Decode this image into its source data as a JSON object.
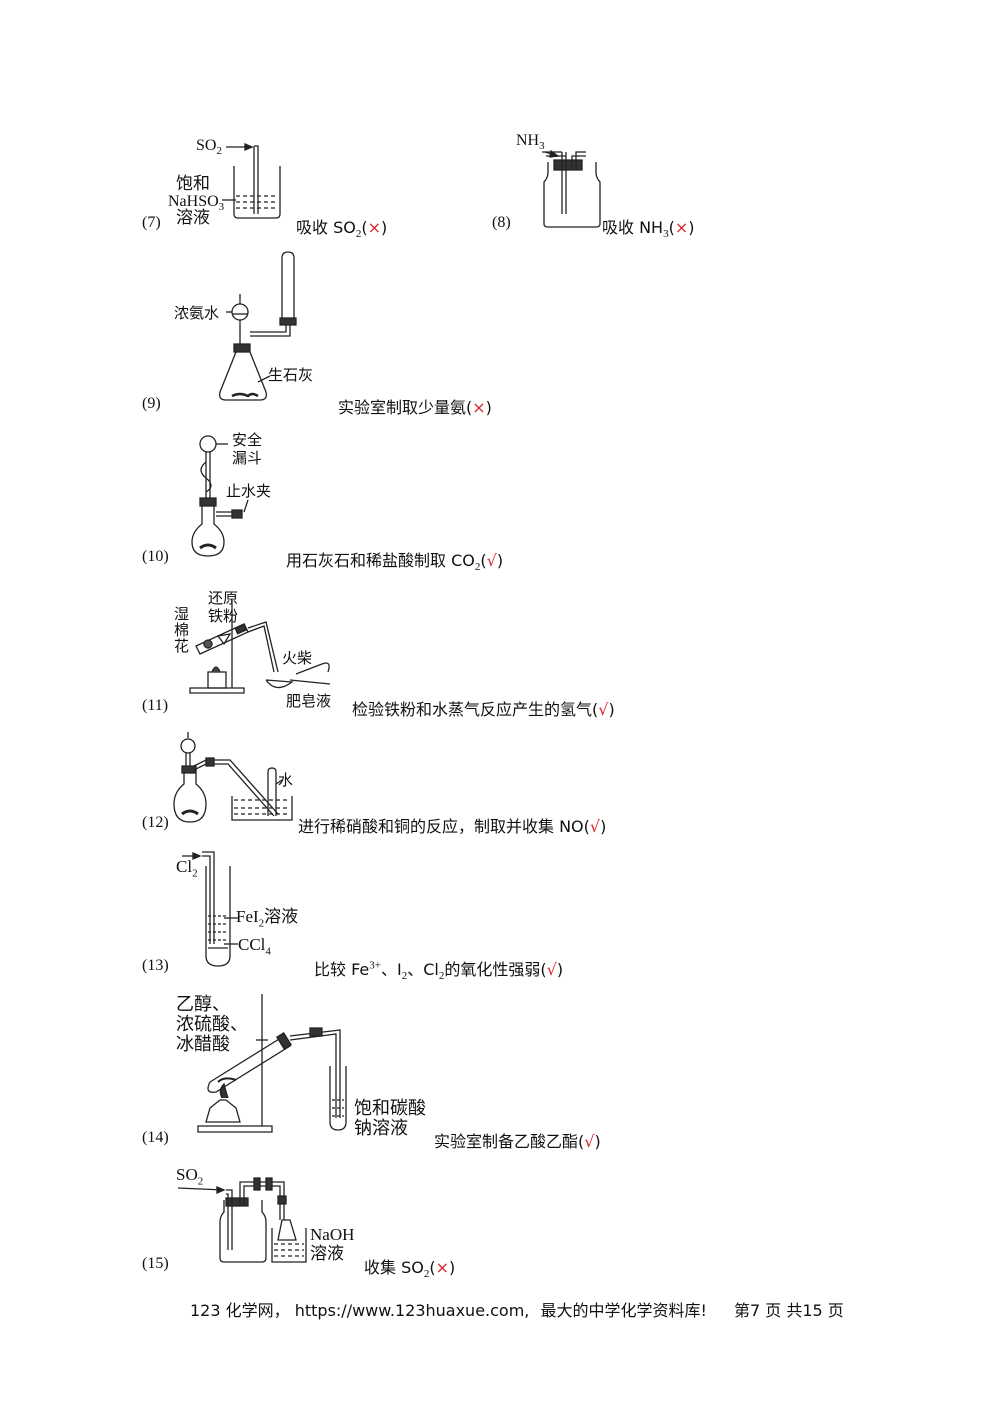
{
  "items": [
    {
      "num": "(7)",
      "labels": [
        "SO",
        "2",
        "饱和",
        "NaHSO",
        "3",
        "溶液"
      ],
      "caption_pre": "吸收 SO",
      "caption_sub": "2",
      "caption_post": "(",
      "mark": "×",
      "caption_end": ")"
    },
    {
      "num": "(8)",
      "labels": [
        "NH",
        "3"
      ],
      "caption_pre": "吸收 NH",
      "caption_sub": "3",
      "caption_post": "(",
      "mark": "×",
      "caption_end": ")"
    },
    {
      "num": "(9)",
      "labels": [
        "浓氨水",
        "生石灰"
      ],
      "caption_pre": "实验室制取少量氨",
      "caption_post": "(",
      "mark": "×",
      "caption_end": ")"
    },
    {
      "num": "(10)",
      "labels": [
        "安全",
        "漏斗",
        "止水夹"
      ],
      "caption_pre": "用石灰石和稀盐酸制取 CO",
      "caption_sub": "2",
      "caption_post": "(",
      "mark": "√",
      "caption_end": ")"
    },
    {
      "num": "(11)",
      "labels": [
        "还原",
        "铁粉",
        "湿",
        "棉",
        "花",
        "火柴",
        "肥皂液"
      ],
      "caption_pre": "检验铁粉和水蒸气反应产生的氢气",
      "caption_post": "(",
      "mark": "√",
      "caption_end": ")"
    },
    {
      "num": "(12)",
      "labels": [
        "水"
      ],
      "caption_pre": "进行稀硝酸和铜的反应，制取并收集 NO",
      "caption_post": "(",
      "mark": "√",
      "caption_end": ")"
    },
    {
      "num": "(13)",
      "labels": [
        "Cl",
        "2",
        "FeI",
        "2",
        "溶液",
        "CCl",
        "4"
      ],
      "caption_pre": "比较 Fe",
      "caption_sup": "3+",
      "caption_mid": "、I",
      "caption_sub": "2",
      "caption_mid2": "、Cl",
      "caption_sub2": "2",
      "caption_mid3": "的氧化性强弱",
      "caption_post": "(",
      "mark": "√",
      "caption_end": ")"
    },
    {
      "num": "(14)",
      "labels": [
        "乙醇、",
        "浓硫酸、",
        "冰醋酸",
        "饱和碳酸",
        "钠溶液"
      ],
      "caption_pre": "实验室制备乙酸乙酯",
      "caption_post": "(",
      "mark": "√",
      "caption_end": ")"
    },
    {
      "num": "(15)",
      "labels": [
        "SO",
        "2",
        "NaOH",
        "溶液"
      ],
      "caption_pre": "收集 SO",
      "caption_sub": "2",
      "caption_post": "(",
      "mark": "×",
      "caption_end": ")"
    }
  ],
  "footer": {
    "site": "123 化学网，",
    "url": "https://www.123huaxue.com,",
    "slogan": "最大的中学化学资料库!",
    "page": "第7 页  共15 页"
  }
}
